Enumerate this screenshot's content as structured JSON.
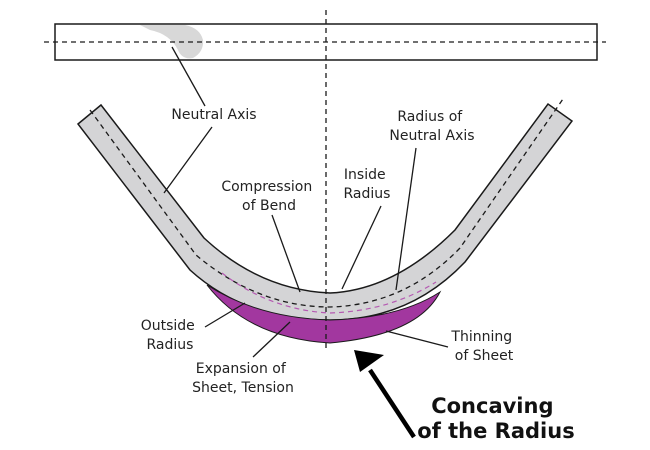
{
  "labels": {
    "neutral_axis": "Neutral Axis",
    "radius_of_neutral_axis": [
      "Radius of",
      "Neutral Axis"
    ],
    "inside_radius": [
      "Inside",
      "Radius"
    ],
    "compression_of_bend": [
      "Compression",
      "of Bend"
    ],
    "outside_radius": [
      "Outside",
      "Radius"
    ],
    "expansion_of_sheet": [
      "Expansion of",
      "Sheet, Tension"
    ],
    "thinning_of_sheet": [
      "Thinning",
      "of Sheet"
    ],
    "concaving_of_the_radius": [
      "Concaving",
      "of the Radius"
    ]
  },
  "colors": {
    "sheet_fill": "#d4d4d6",
    "outline": "#1a1a1a",
    "tension_zone": "#a2379f",
    "tension_dash": "#b55ab2",
    "accent": "#000000"
  }
}
